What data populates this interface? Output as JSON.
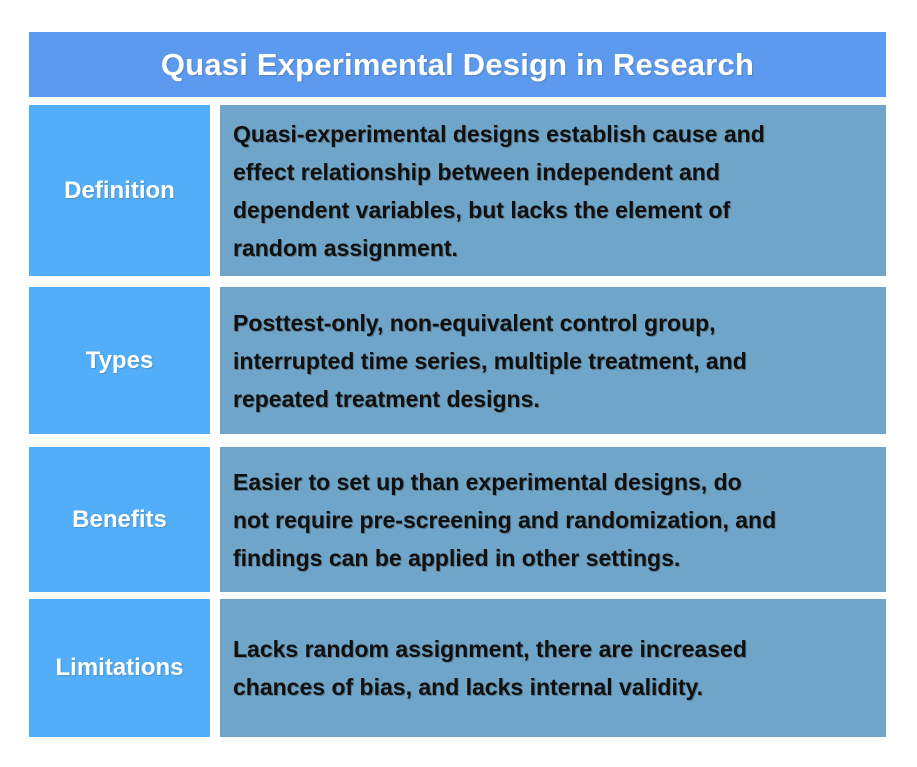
{
  "title": "Quasi Experimental Design in Research",
  "colors": {
    "page_bg": "#ffffff",
    "title_bg": "#5b9aef",
    "label_bg": "#52aef9",
    "content_bg": "#6fa5c8",
    "title_text": "#ffffff",
    "label_text": "#ffffff",
    "content_text": "#101010"
  },
  "rows": [
    {
      "label": "Definition",
      "content": "Quasi-experimental designs establish cause and\neffect relationship between independent and\ndependent variables, but lacks the element of\nrandom assignment."
    },
    {
      "label": "Types",
      "content": "Posttest-only, non-equivalent control group,\ninterrupted time series, multiple treatment, and\nrepeated treatment designs."
    },
    {
      "label": "Benefits",
      "content": "Easier to set up than experimental designs, do\nnot require pre-screening and randomization, and\nfindings can be applied in other settings."
    },
    {
      "label": "Limitations",
      "content": "Lacks random assignment, there are increased\nchances of bias, and lacks internal validity."
    }
  ]
}
